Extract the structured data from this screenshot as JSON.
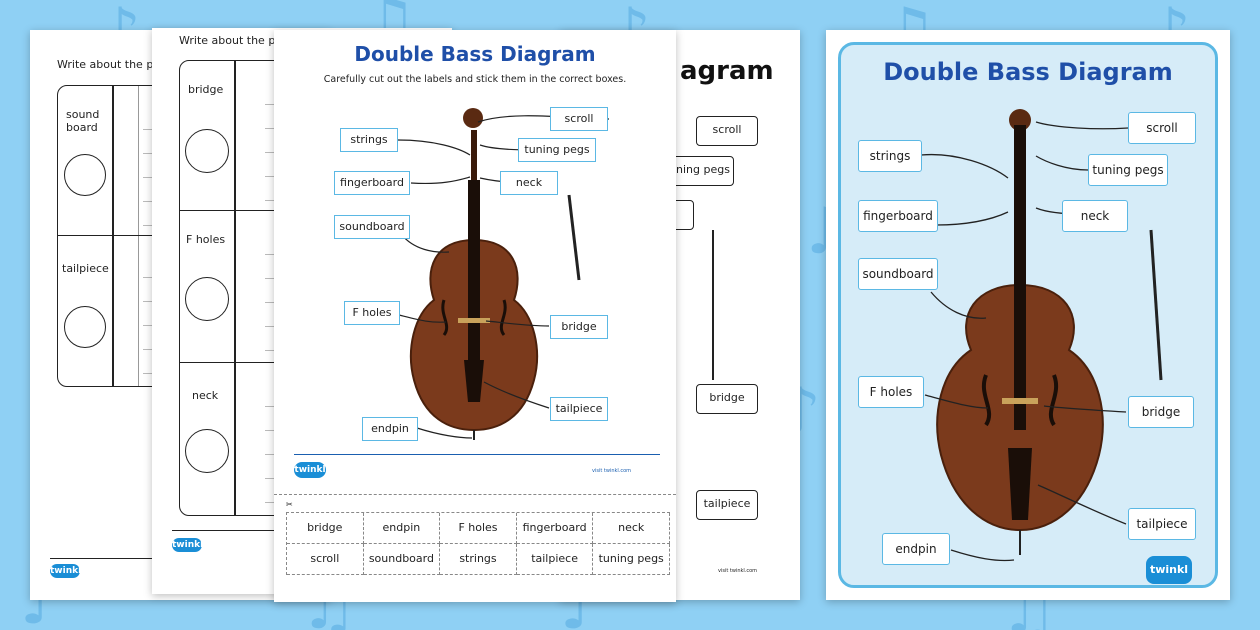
{
  "sheet1": {
    "instruction": "Write about the par",
    "rows": [
      {
        "label": "sound board"
      },
      {
        "label": "tailpiece"
      }
    ]
  },
  "sheet2": {
    "instruction": "Write about the par",
    "rows": [
      {
        "label": "bridge"
      },
      {
        "label": "F holes"
      },
      {
        "label": "neck"
      }
    ]
  },
  "sheet3": {
    "title": "Double Bass Diagram",
    "instruction": "Carefully cut out the labels and stick them in the correct boxes.",
    "labels": {
      "scroll": "scroll",
      "strings": "strings",
      "tuning_pegs": "tuning pegs",
      "fingerboard": "fingerboard",
      "neck": "neck",
      "soundboard": "soundboard",
      "f_holes": "F holes",
      "bridge": "bridge",
      "tailpiece": "tailpiece",
      "endpin": "endpin"
    },
    "footer_url": "visit twinkl.com",
    "cutout_words": [
      [
        "bridge",
        "endpin",
        "F holes",
        "fingerboard",
        "neck"
      ],
      [
        "scroll",
        "soundboard",
        "strings",
        "tailpiece",
        "tuning pegs"
      ]
    ]
  },
  "sheet4": {
    "title_fragment": "agram",
    "labels": {
      "scroll": "scroll",
      "tuning_pegs": "ning pegs",
      "bridge": "bridge",
      "tailpiece": "tailpiece"
    },
    "footer_url": "visit twinkl.com"
  },
  "poster": {
    "title": "Double Bass Diagram",
    "labels": {
      "scroll": "scroll",
      "strings": "strings",
      "tuning_pegs": "tuning pegs",
      "fingerboard": "fingerboard",
      "neck": "neck",
      "soundboard": "soundboard",
      "f_holes": "F holes",
      "bridge": "bridge",
      "tailpiece": "tailpiece",
      "endpin": "endpin"
    },
    "logo": "twinkl"
  },
  "logo_text": "twinkl",
  "colors": {
    "background": "#8fd0f4",
    "title_blue": "#1f4fa8",
    "label_border": "#5bb8e4",
    "poster_panel": "#d6ecf8",
    "bass_body": "#7b3a1c"
  }
}
